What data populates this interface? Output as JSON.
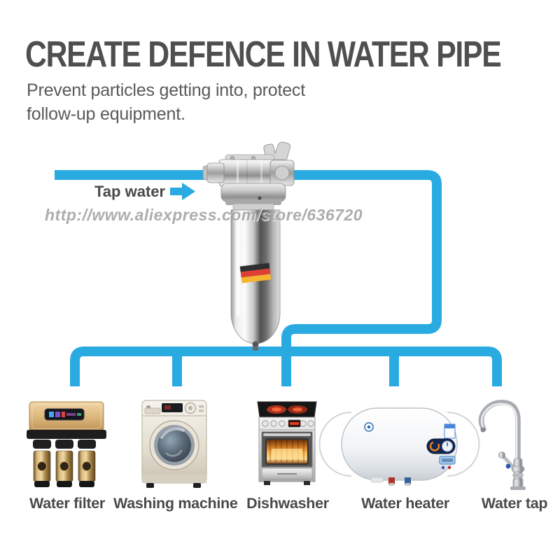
{
  "page": {
    "background": "#ffffff"
  },
  "header": {
    "title": "CREATE DEFENCE IN WATER PIPE",
    "subtitle_line1": "Prevent particles getting into, protect",
    "subtitle_line2": "follow-up equipment."
  },
  "diagram": {
    "pipe_color": "#29abe2",
    "source_label": "Tap water",
    "watermark": "http://www.aliexpress.com/store/636720",
    "filter_unit": "stainless-steel-prefilter",
    "filter_flag_colors": [
      "#2e2e2e",
      "#de3f35",
      "#f5b52e"
    ],
    "appliances": [
      {
        "label": "Water filter"
      },
      {
        "label": "Washing machine"
      },
      {
        "label": "Dishwasher"
      },
      {
        "label": "Water heater"
      },
      {
        "label": "Water tap"
      }
    ]
  }
}
